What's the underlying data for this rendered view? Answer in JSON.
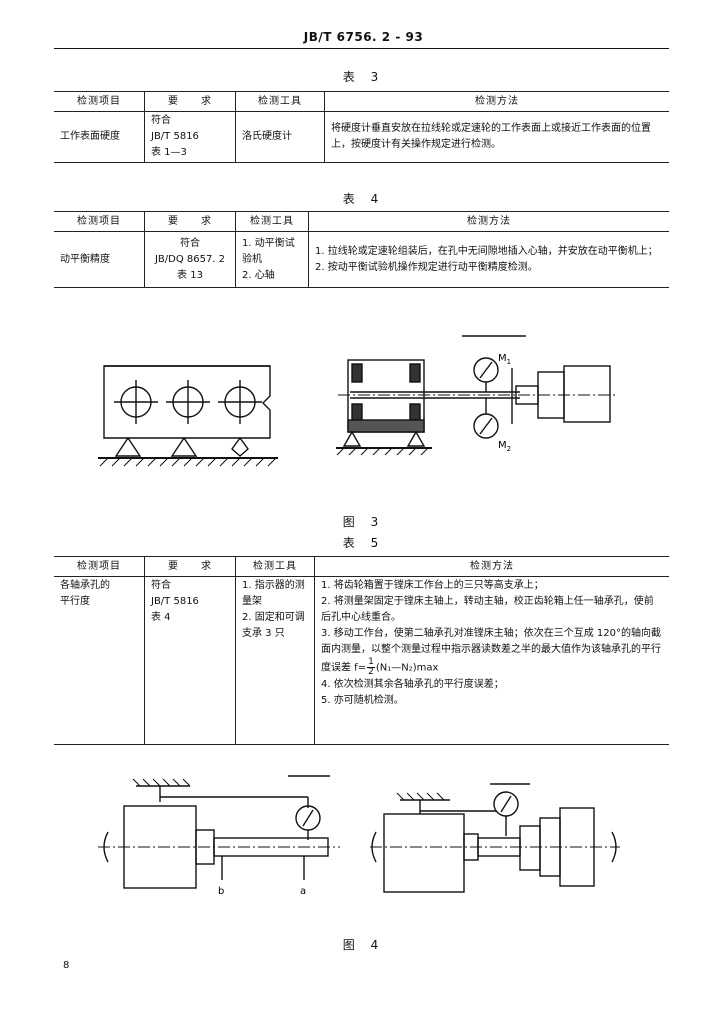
{
  "header": {
    "standard_no": "JB/T 6756. 2 - 93"
  },
  "table3": {
    "caption": "表 3",
    "headers": [
      "检测项目",
      "要　　求",
      "检测工具",
      "检测方法"
    ],
    "item": "工作表面硬度",
    "requirement": [
      "符合",
      "JB/T 5816",
      "表 1—3"
    ],
    "tool": "洛氏硬度计",
    "method": "将硬度计垂直安放在拉线轮或定速轮的工作表面上或接近工作表面的位置上，按硬度计有关操作规定进行检测。"
  },
  "table4": {
    "caption": "表 4",
    "headers": [
      "检测项目",
      "要　　求",
      "检测工具",
      "检测方法"
    ],
    "item": "动平衡精度",
    "requirement": [
      "符合",
      "JB/DQ 8657. 2",
      "表 13"
    ],
    "tool": [
      "1. 动平衡试验机",
      "2. 心轴"
    ],
    "method": [
      "1. 拉线轮或定速轮组装后，在孔中无间隙地插入心轴，并安放在动平衡机上；",
      "2. 按动平衡试验机操作规定进行动平衡精度检测。"
    ]
  },
  "figure3": {
    "caption": "图 3",
    "label_m1": "M",
    "label_m1_sub": "1",
    "label_m2": "M",
    "label_m2_sub": "2"
  },
  "table5": {
    "caption": "表 5",
    "headers": [
      "检测项目",
      "要　　求",
      "检测工具",
      "检测方法"
    ],
    "item": [
      "各轴承孔的",
      "平行度"
    ],
    "requirement": [
      "符合",
      "JB/T 5816",
      "表 4"
    ],
    "tool": [
      "1. 指示器的测量架",
      "2. 固定和可调支承 3 只"
    ],
    "method_1": "1. 将齿轮箱置于镗床工作台上的三只等高支承上；",
    "method_2": "2. 将测量架固定于镗床主轴上，转动主轴，校正齿轮箱上任一轴承孔，使前后孔中心线重合。",
    "method_3": "3. 移动工作台，使第二轴承孔对准镗床主轴；依次在三个互成 120°的轴向截面内测量，以整个测量过程中指示器读数差之半的最大值作为该轴承孔的平行度误差 f=",
    "method_3_frac_num": "1",
    "method_3_frac_den": "2",
    "method_3_tail": "(N₁—N₂)max",
    "method_4": "4. 依次检测其余各轴承孔的平行度误差；",
    "method_5": "5. 亦可随机检测。"
  },
  "figure4": {
    "caption": "图 4",
    "label_b": "b",
    "label_a": "a"
  },
  "page_number": "8"
}
